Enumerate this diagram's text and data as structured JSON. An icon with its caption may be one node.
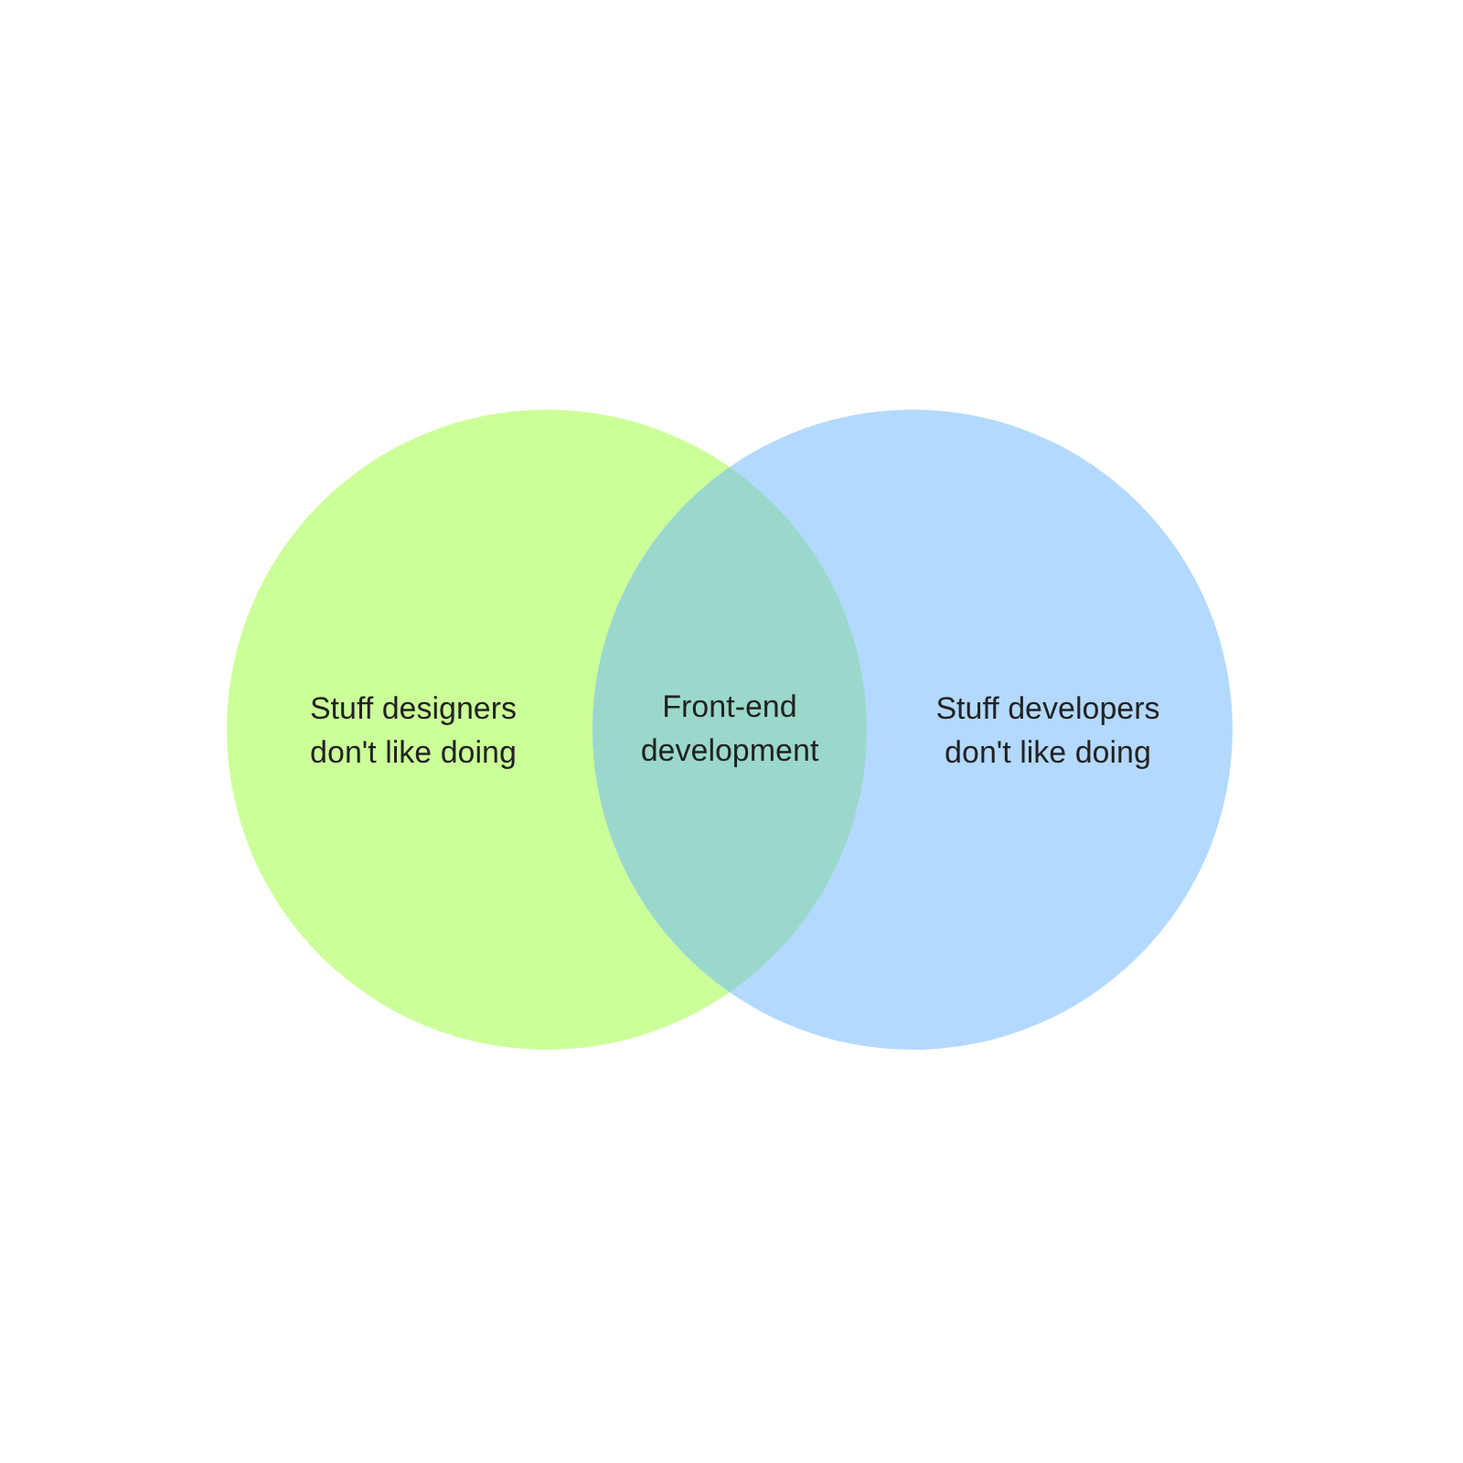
{
  "diagram": {
    "nodes": [
      {
        "text": [
          "Stuff designers don't like doing"
        ]
      },
      {
        "text": [
          "Stuff developers don't like doing"
        ]
      },
      {
        "text": [
          "Front-end development"
        ]
      }
    ]
  }
}
